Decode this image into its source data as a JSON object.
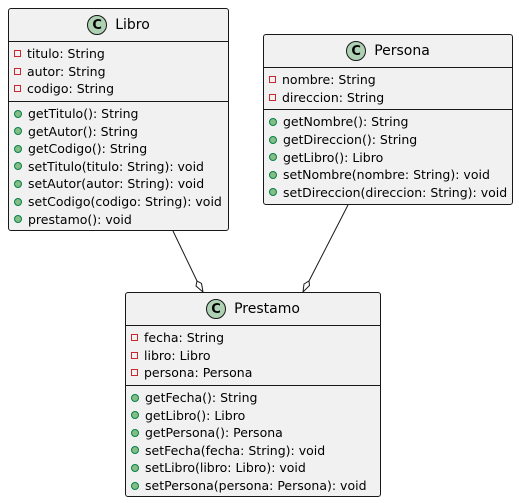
{
  "diagram": {
    "classes": {
      "libro": {
        "badge": "C",
        "name": "Libro",
        "attributes": [
          "titulo: String",
          "autor: String",
          "codigo: String"
        ],
        "methods": [
          "getTitulo(): String",
          "getAutor(): String",
          "getCodigo(): String",
          "setTitulo(titulo: String): void",
          "setAutor(autor: String): void",
          "setCodigo(codigo: String): void",
          "prestamo(): void"
        ]
      },
      "persona": {
        "badge": "C",
        "name": "Persona",
        "attributes": [
          "nombre: String",
          "direccion: String"
        ],
        "methods": [
          "getNombre(): String",
          "getDireccion(): String",
          "getLibro(): Libro",
          "setNombre(nombre: String): void",
          "setDireccion(direccion: String): void"
        ]
      },
      "prestamo": {
        "badge": "C",
        "name": "Prestamo",
        "attributes": [
          "fecha: String",
          "libro: Libro",
          "persona: Persona"
        ],
        "methods": [
          "getFecha(): String",
          "getLibro(): Libro",
          "getPersona(): Persona",
          "setFecha(fecha: String): void",
          "setLibro(libro: Libro): void",
          "setPersona(persona: Persona): void"
        ]
      }
    },
    "relations": [
      {
        "from": "Libro",
        "to": "Prestamo",
        "type": "aggregation"
      },
      {
        "from": "Persona",
        "to": "Prestamo",
        "type": "aggregation"
      }
    ],
    "colors": {
      "box_fill": "#f1f1f1",
      "border": "#181818",
      "badge_fill": "#add1b2",
      "private_marker": "#c82930",
      "public_marker_fill": "#84be84",
      "public_marker_border": "#038048"
    }
  }
}
